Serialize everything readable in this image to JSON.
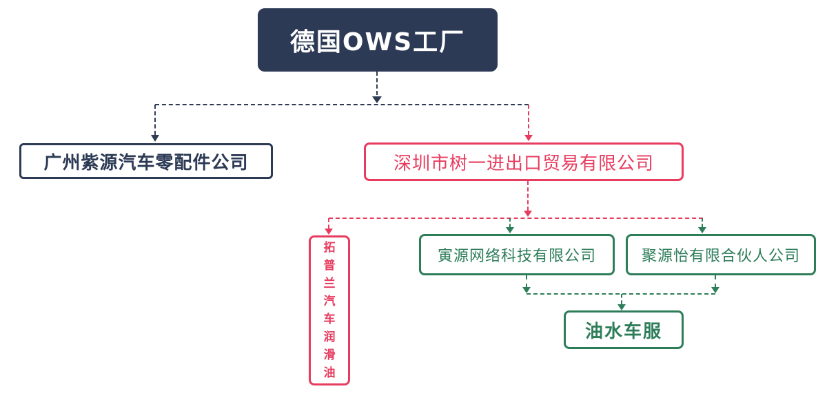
{
  "diagram": {
    "type": "org-chart",
    "colors": {
      "navy": "#2d3a55",
      "red": "#e73c5f",
      "green": "#2e7d59",
      "connector_dark": "#2f3b52",
      "background": "#ffffff"
    },
    "nodes": {
      "root": {
        "label": "德国OWS工厂"
      },
      "guangzhou": {
        "label": "广州紫源汽车零配件公司"
      },
      "shenzhen": {
        "label": "深圳市树一进出口贸易有限公司"
      },
      "topulan": {
        "label": "拓普兰汽车润滑油"
      },
      "yinyuan": {
        "label": "寅源网络科技有限公司"
      },
      "juyuanyi": {
        "label": "聚源怡有限合伙人公司"
      },
      "youshui": {
        "label": "油水车服"
      }
    },
    "edges": [
      {
        "from": "root",
        "to": "guangzhou",
        "style": "dashed-dark"
      },
      {
        "from": "root",
        "to": "shenzhen",
        "style": "dashed-red"
      },
      {
        "from": "shenzhen",
        "to": "topulan",
        "style": "dashed-red"
      },
      {
        "from": "shenzhen",
        "to": "yinyuan",
        "style": "dashed-green"
      },
      {
        "from": "shenzhen",
        "to": "juyuanyi",
        "style": "dashed-green"
      },
      {
        "from": "yinyuan",
        "to": "youshui",
        "style": "dashed-green"
      },
      {
        "from": "juyuanyi",
        "to": "youshui",
        "style": "dashed-green"
      }
    ]
  }
}
